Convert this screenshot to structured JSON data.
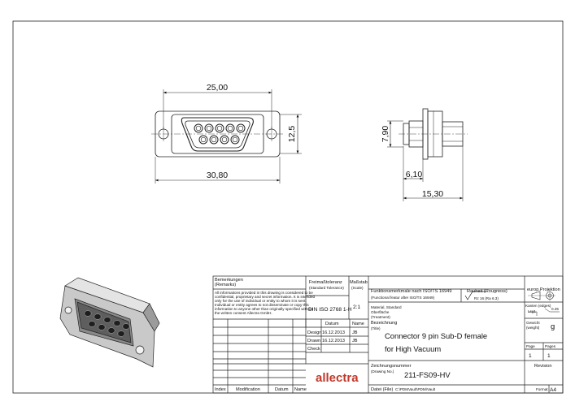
{
  "drawing": {
    "front_view": {
      "dim_width_top": "25,00",
      "dim_height": "12,5",
      "dim_width_bottom": "30,80"
    },
    "side_view": {
      "dim_height": "7,90",
      "dim_a": "6,10",
      "dim_b": "15,30"
    }
  },
  "title_block": {
    "remarks_label": "Bemerkungen",
    "remarks_label_en": "(Remarks)",
    "disclaimer": [
      "All informations provided in this drawing is considered to be",
      "confidential, proprietary and secret information. It is intended",
      "only for the use of individual or entity to whom it is sent.",
      "Individual or entity agrees to not disseminate or copy this",
      "information to anyone other than originally specified without",
      "the written consent Allectra GmbH."
    ],
    "tolerance_label": "Freimaßtoleranz",
    "tolerance_label_en": "(Standard Tolerance)",
    "tolerance_value": "DIN ISO 2768 1-H",
    "scale_label": "Maßstab",
    "scale_label_en": "(Scale)",
    "scale_value": "2:1",
    "function_label": "Funktionsmerkmale nach ISO/TS 16949",
    "function_label_en": "(Functional featur after ISO/TS 16949)",
    "roughness_label": "Rauheit (Rougness)",
    "roughness_value": "Rz 16 (Ra 6.3)",
    "projection_label": "europ.Projektion",
    "edges_label": "Kanten (edges)",
    "edge_a": "Lsg1",
    "edge_b": "0.25",
    "material_label": "Material, Standard",
    "surface_label": "Oberfläche",
    "treatment_label": "(Treatment)",
    "weight_label": "Gewicht",
    "weight_label_en": "(weight)",
    "weight_value": "g",
    "date_header": "Datum",
    "name_header": "Name",
    "design_label": "Design",
    "design_date": "16.12.2013",
    "design_name": "JB",
    "drawn_label": "Drawn",
    "drawn_date": "16.12.2013",
    "drawn_name": "JB",
    "check_label": "Check",
    "designation_label": "Bezeichnung",
    "designation_label_en": "(Title)",
    "title_line1": "Connector 9 pin Sub-D female",
    "title_line2": "for High Vacuum",
    "page_label": "Page",
    "pages_label": "Pages",
    "page_value": "1",
    "pages_value": "1",
    "drawing_number_label": "Zeichnungsnummer",
    "drawing_number_label_en": "(Drawing No.)",
    "drawing_number": "211-FS09-HV",
    "revision_label": "Revision",
    "brand": "allectra",
    "index_label": "Index",
    "modification_label": "Modification",
    "bottom_date_label": "Datum",
    "bottom_name_label": "Name",
    "file_label": "Datei (File)",
    "file_path": "C:\\PDMVault\\PDM\\Vault",
    "format_label": "Format",
    "format_value": "A4"
  }
}
